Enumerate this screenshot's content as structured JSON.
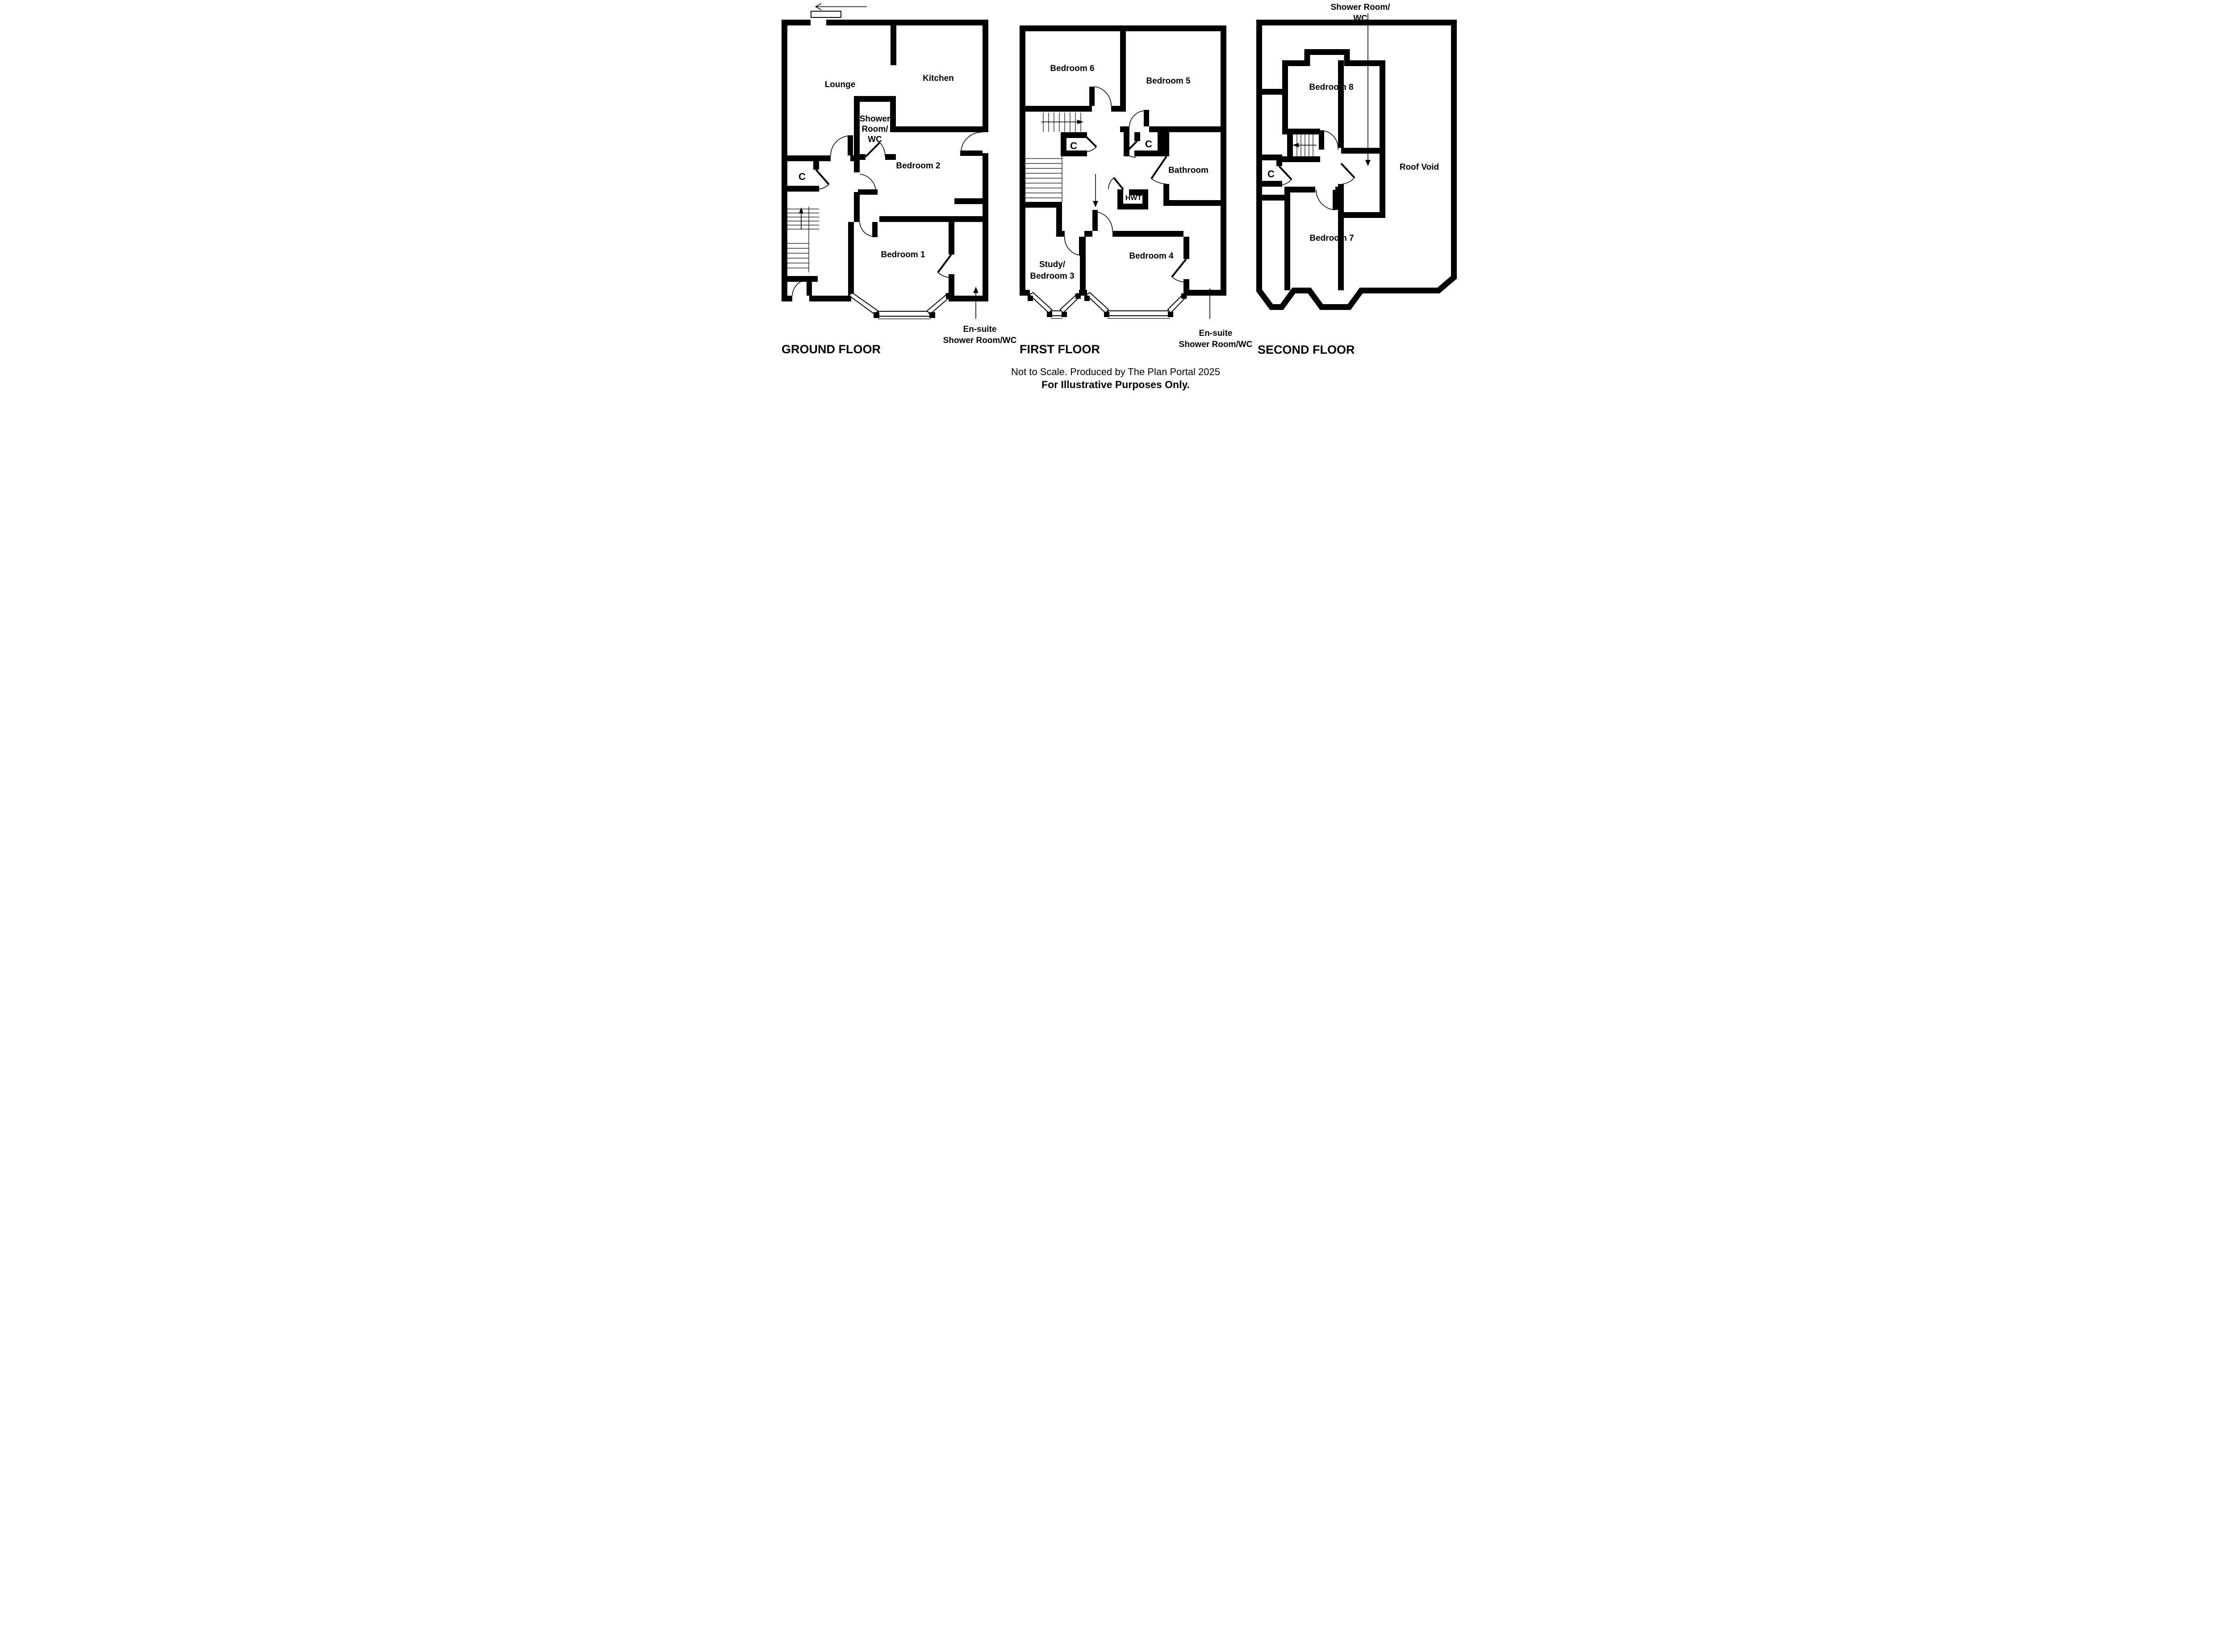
{
  "footer": {
    "line1": "Not to Scale. Produced by The Plan Portal 2025",
    "line2": "For Illustrative Purposes Only."
  },
  "floors": {
    "ground": {
      "title": "GROUND FLOOR",
      "rooms": {
        "lounge": "Lounge",
        "kitchen": "Kitchen",
        "shower1": "Shower",
        "shower2": "Room/",
        "shower3": "WC",
        "bedroom2": "Bedroom 2",
        "closet": "C",
        "bedroom1": "Bedroom 1",
        "ensuite1": "En-suite",
        "ensuite2": "Shower Room/WC"
      }
    },
    "first": {
      "title": "FIRST FLOOR",
      "rooms": {
        "bedroom6": "Bedroom 6",
        "bedroom5": "Bedroom 5",
        "closet_left": "C",
        "closet_right": "C",
        "bathroom": "Bathroom",
        "hwt": "HWT",
        "study1": "Study/",
        "study2": "Bedroom 3",
        "bedroom4": "Bedroom 4",
        "ensuite1": "En-suite",
        "ensuite2": "Shower Room/WC"
      }
    },
    "second": {
      "title": "SECOND FLOOR",
      "rooms": {
        "shower1": "Shower Room/",
        "shower2": "WC",
        "bedroom8": "Bedroom 8",
        "roofvoid": "Roof Void",
        "closet": "C",
        "bedroom7": "Bedroom 7"
      }
    }
  }
}
